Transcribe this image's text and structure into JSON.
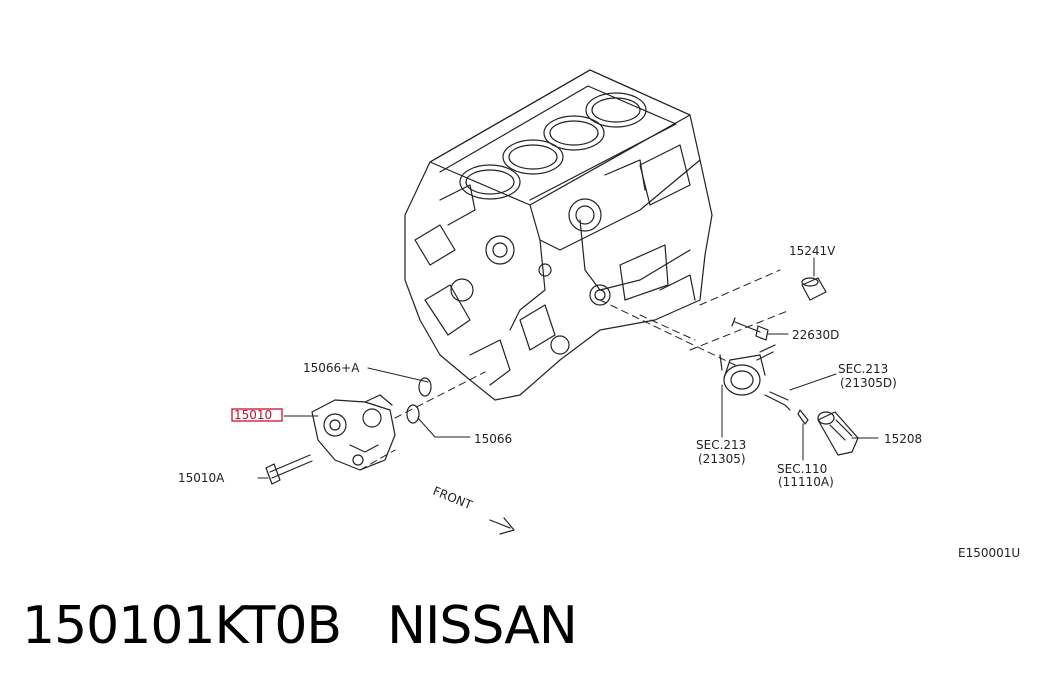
{
  "labels": {
    "p15241v": "15241V",
    "p22630d": "22630D",
    "p15066a": "15066+A",
    "p15010": "15010",
    "p15066": "15066",
    "p15010a": "15010A",
    "sec213a_1": "SEC.213",
    "sec213a_2": "(21305D)",
    "p15208": "15208",
    "sec213b_1": "SEC.213",
    "sec213b_2": "(21305)",
    "sec110_1": "SEC.110",
    "sec110_2": "(11110A)",
    "front": "FRONT",
    "ref": "E150001U"
  },
  "caption": {
    "part_number": "150101KT0B",
    "brand": "NISSAN"
  },
  "colors": {
    "highlight": "#c8102e",
    "line": "#222222"
  }
}
